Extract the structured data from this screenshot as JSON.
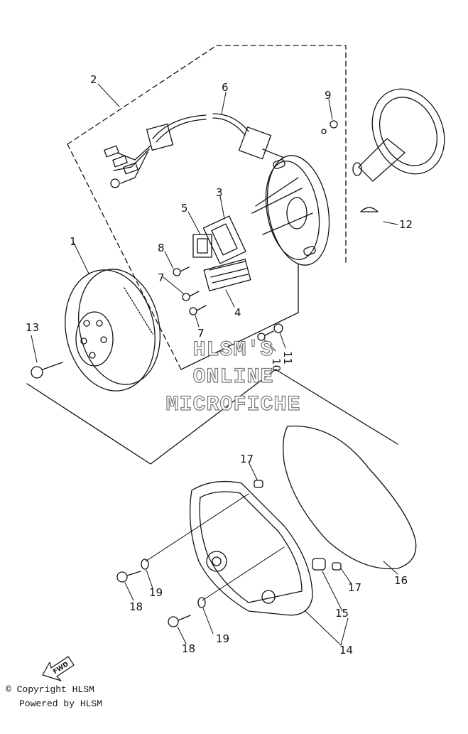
{
  "callouts": {
    "c1": "1",
    "c2": "2",
    "c3": "3",
    "c4": "4",
    "c5": "5",
    "c6": "6",
    "c7a": "7",
    "c7b": "7",
    "c8": "8",
    "c9": "9",
    "c10": "10",
    "c11": "11",
    "c12": "12",
    "c13": "13",
    "c14": "14",
    "c15": "15",
    "c16": "16",
    "c17a": "17",
    "c17b": "17",
    "c18a": "18",
    "c18b": "18",
    "c19a": "19",
    "c19b": "19"
  },
  "fwd_label": "FWD",
  "watermark": {
    "line1": "HLSM'S",
    "line2": "ONLINE",
    "line3": "MICROFICHE"
  },
  "footer": {
    "copyright": "© Copyright HLSM",
    "powered": "Powered by HLSM"
  }
}
